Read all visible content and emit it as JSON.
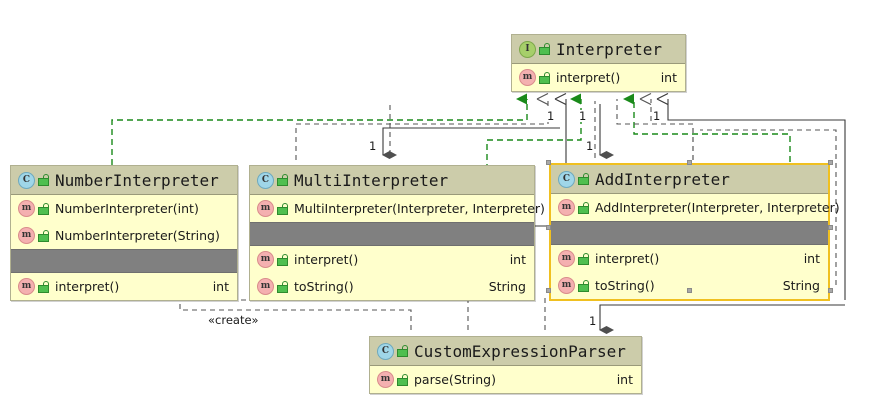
{
  "diagram": {
    "kind": "uml-class-diagram",
    "colors": {
      "header_fill": "#ccccaa",
      "body_fill": "#ffffcc",
      "divider_band": "#808080",
      "border": "#b0b090",
      "selection_border": "#f0c020",
      "realization_line": "#1a8a1a",
      "association_line": "#555555",
      "background": "#ffffff"
    }
  },
  "classes": [
    {
      "id": "interpreter",
      "name": "Interpreter",
      "stereotype_icon": "interface-icon",
      "icon_letter": "I",
      "visibility_icon": "public-lock-icon",
      "sections": [
        {
          "kind": "methods",
          "rows": [
            {
              "icon": "method-icon",
              "icon_letter": "m",
              "visibility_icon": "public-lock-icon",
              "name": "interpret()",
              "type": "int"
            }
          ]
        }
      ]
    },
    {
      "id": "number-interpreter",
      "name": "NumberInterpreter",
      "stereotype_icon": "class-icon",
      "icon_letter": "C",
      "visibility_icon": "public-lock-icon",
      "sections": [
        {
          "kind": "constructors",
          "rows": [
            {
              "icon": "method-icon",
              "icon_letter": "m",
              "visibility_icon": "public-lock-icon",
              "name": "NumberInterpreter(int)",
              "type": ""
            },
            {
              "icon": "method-icon",
              "icon_letter": "m",
              "visibility_icon": "public-lock-icon",
              "name": "NumberInterpreter(String)",
              "type": ""
            }
          ]
        },
        {
          "kind": "divider",
          "rows": []
        },
        {
          "kind": "methods",
          "rows": [
            {
              "icon": "method-icon",
              "icon_letter": "m",
              "visibility_icon": "public-lock-icon",
              "name": "interpret()",
              "type": "int"
            }
          ]
        }
      ]
    },
    {
      "id": "multi-interpreter",
      "name": "MultiInterpreter",
      "stereotype_icon": "class-icon",
      "icon_letter": "C",
      "visibility_icon": "public-lock-icon",
      "sections": [
        {
          "kind": "constructors",
          "rows": [
            {
              "icon": "method-icon",
              "icon_letter": "m",
              "visibility_icon": "public-lock-icon",
              "name": "MultiInterpreter(Interpreter, Interpreter)",
              "type": ""
            }
          ]
        },
        {
          "kind": "divider",
          "rows": []
        },
        {
          "kind": "methods",
          "rows": [
            {
              "icon": "method-icon",
              "icon_letter": "m",
              "visibility_icon": "public-lock-icon",
              "name": "interpret()",
              "type": "int"
            },
            {
              "icon": "method-icon",
              "icon_letter": "m",
              "visibility_icon": "public-lock-icon",
              "name": "toString()",
              "type": "String"
            }
          ]
        }
      ]
    },
    {
      "id": "add-interpreter",
      "name": "AddInterpreter",
      "stereotype_icon": "class-icon",
      "icon_letter": "C",
      "visibility_icon": "public-lock-icon",
      "selected": true,
      "sections": [
        {
          "kind": "constructors",
          "rows": [
            {
              "icon": "method-icon",
              "icon_letter": "m",
              "visibility_icon": "public-lock-icon",
              "name": "AddInterpreter(Interpreter, Interpreter)",
              "type": ""
            }
          ]
        },
        {
          "kind": "divider",
          "rows": []
        },
        {
          "kind": "methods",
          "rows": [
            {
              "icon": "method-icon",
              "icon_letter": "m",
              "visibility_icon": "public-lock-icon",
              "name": "interpret()",
              "type": "int"
            },
            {
              "icon": "method-icon",
              "icon_letter": "m",
              "visibility_icon": "public-lock-icon",
              "name": "toString()",
              "type": "String"
            }
          ]
        }
      ]
    },
    {
      "id": "custom-expression-parser",
      "name": "CustomExpressionParser",
      "stereotype_icon": "class-icon",
      "icon_letter": "C",
      "visibility_icon": "public-lock-icon",
      "sections": [
        {
          "kind": "methods",
          "rows": [
            {
              "icon": "method-icon",
              "icon_letter": "m",
              "visibility_icon": "public-lock-icon",
              "name": "parse(String)",
              "type": "int"
            }
          ]
        }
      ]
    }
  ],
  "relationships": [
    {
      "id": "r1",
      "type": "realization",
      "from": "NumberInterpreter",
      "to": "Interpreter",
      "label": ""
    },
    {
      "id": "r2",
      "type": "realization",
      "from": "MultiInterpreter",
      "to": "Interpreter",
      "label": ""
    },
    {
      "id": "r3",
      "type": "realization",
      "from": "AddInterpreter",
      "to": "Interpreter",
      "label": ""
    },
    {
      "id": "a1",
      "type": "association",
      "from": "MultiInterpreter",
      "to": "Interpreter",
      "label": "1"
    },
    {
      "id": "a2",
      "type": "association",
      "from": "MultiInterpreter",
      "to": "Interpreter",
      "label": "1"
    },
    {
      "id": "a3",
      "type": "association",
      "from": "AddInterpreter",
      "to": "Interpreter",
      "label": "1"
    },
    {
      "id": "a4",
      "type": "association",
      "from": "AddInterpreter",
      "to": "Interpreter",
      "label": "1"
    },
    {
      "id": "a5",
      "type": "association",
      "from": "CustomExpressionParser",
      "to": "Interpreter",
      "label": "1"
    },
    {
      "id": "a6",
      "type": "association",
      "from": "CustomExpressionParser",
      "to": "Interpreter",
      "label": "1"
    },
    {
      "id": "c1",
      "type": "composition",
      "owner": "MultiInterpreter",
      "label": "1"
    },
    {
      "id": "c2",
      "type": "composition",
      "owner": "AddInterpreter",
      "label": "1"
    },
    {
      "id": "c3",
      "type": "composition",
      "owner": "CustomExpressionParser",
      "label": "1"
    },
    {
      "id": "d1",
      "type": "dependency",
      "from": "CustomExpressionParser",
      "to": "NumberInterpreter",
      "label": "«create»"
    },
    {
      "id": "d2",
      "type": "dependency",
      "from": "CustomExpressionParser",
      "to": "NumberInterpreter",
      "label": ""
    }
  ],
  "edge_labels": {
    "m1": "1",
    "m2": "1",
    "m3": "1",
    "m4": "1",
    "m5": "1",
    "m6": "1",
    "m7": "1",
    "create": "«create»"
  }
}
